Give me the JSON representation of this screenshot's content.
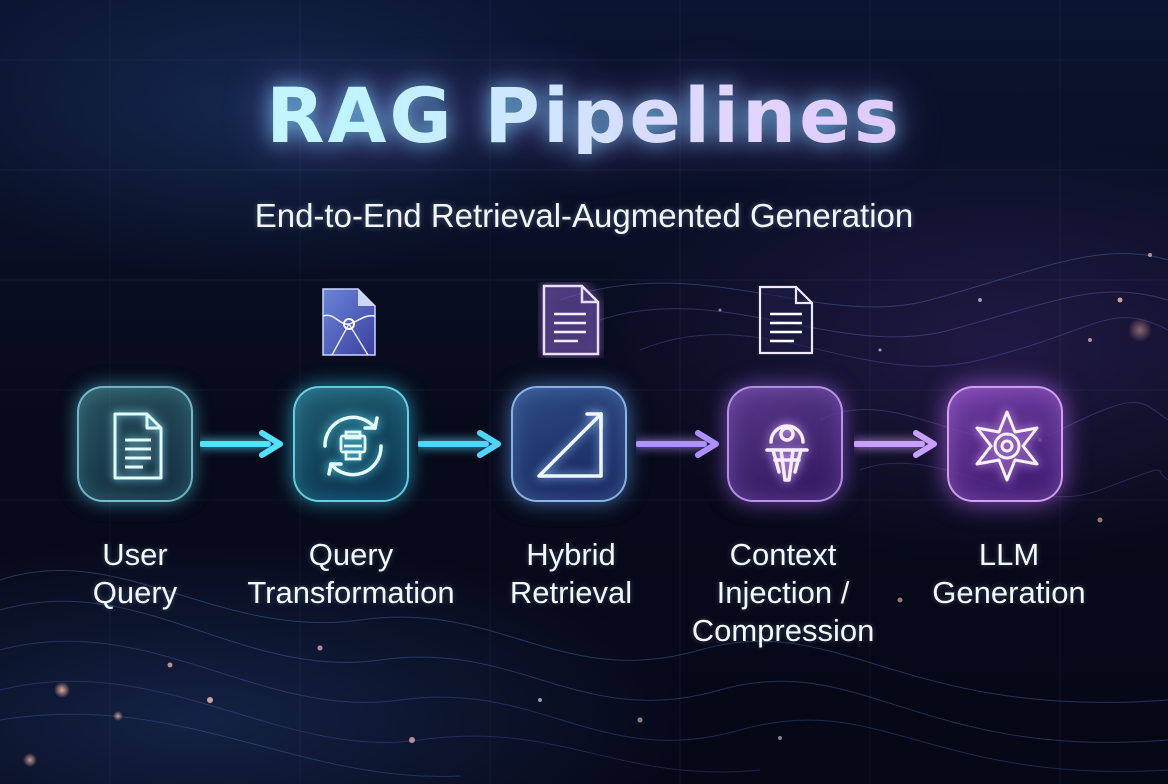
{
  "header": {
    "title": "RAG Pipelines",
    "subtitle": "End-to-End Retrieval-Augmented Generation"
  },
  "pipeline": {
    "steps": [
      {
        "line1": "User",
        "line2": "Query",
        "line3": "",
        "icon": "document-icon",
        "accent": "#7fe6f2"
      },
      {
        "line1": "Query",
        "line2": "Transformation",
        "line3": "",
        "icon": "transform-cycle-icon",
        "accent": "#5fe8ff"
      },
      {
        "line1": "Hybrid",
        "line2": "Retrieval",
        "line3": "",
        "icon": "retrieval-ramp-icon",
        "accent": "#9fd0ff"
      },
      {
        "line1": "Context",
        "line2": "Injection /",
        "line3": "Compression",
        "icon": "injection-compress-icon",
        "accent": "#d2a8ff"
      },
      {
        "line1": "LLM",
        "line2": "Generation",
        "line3": "",
        "icon": "gear-star-icon",
        "accent": "#e0b0ff"
      }
    ],
    "flow_arrow_colors": [
      "#4fe3ff",
      "#4fd6ff",
      "#b090ff",
      "#c8a0ff"
    ]
  }
}
